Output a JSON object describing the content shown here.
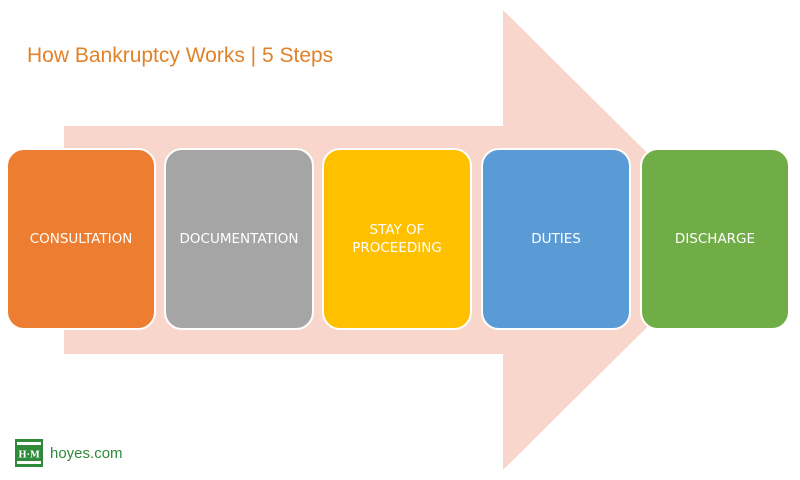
{
  "title": "How Bankruptcy Works | 5 Steps",
  "colors": {
    "arrow": "#f9d6cb",
    "title": "#e0822a",
    "logo": "#2f8a3a"
  },
  "steps": [
    {
      "label": "CONSULTATION",
      "color": "#ed7d31"
    },
    {
      "label": "DOCUMENTATION",
      "color": "#a5a5a5"
    },
    {
      "label": "STAY OF\nPROCEEDING",
      "color": "#ffc000"
    },
    {
      "label": "DUTIES",
      "color": "#5b9bd5"
    },
    {
      "label": "DISCHARGE",
      "color": "#70ad47"
    }
  ],
  "logo": {
    "mark_text": "H·M",
    "text": "hoyes.com"
  }
}
